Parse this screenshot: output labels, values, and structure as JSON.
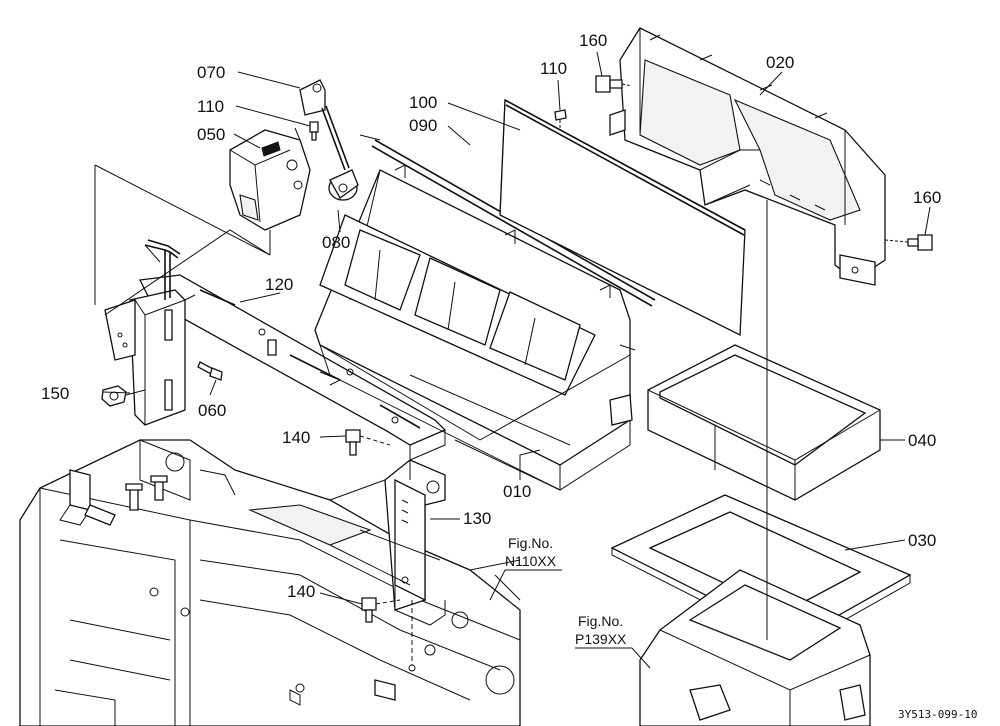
{
  "labels": {
    "p010": "010",
    "p020": "020",
    "p030": "030",
    "p040": "040",
    "p050": "050",
    "p060": "060",
    "p070": "070",
    "p080": "080",
    "p090": "090",
    "p100": "100",
    "p110a": "110",
    "p110b": "110",
    "p120": "120",
    "p130": "130",
    "p140a": "140",
    "p140b": "140",
    "p150": "150",
    "p160a": "160",
    "p160b": "160"
  },
  "references": {
    "fig1_title": "Fig.No.",
    "fig1_id": "N110XX",
    "fig2_title": "Fig.No.",
    "fig2_id": "P139XX"
  },
  "drawing_code": "3Y513-099-10"
}
